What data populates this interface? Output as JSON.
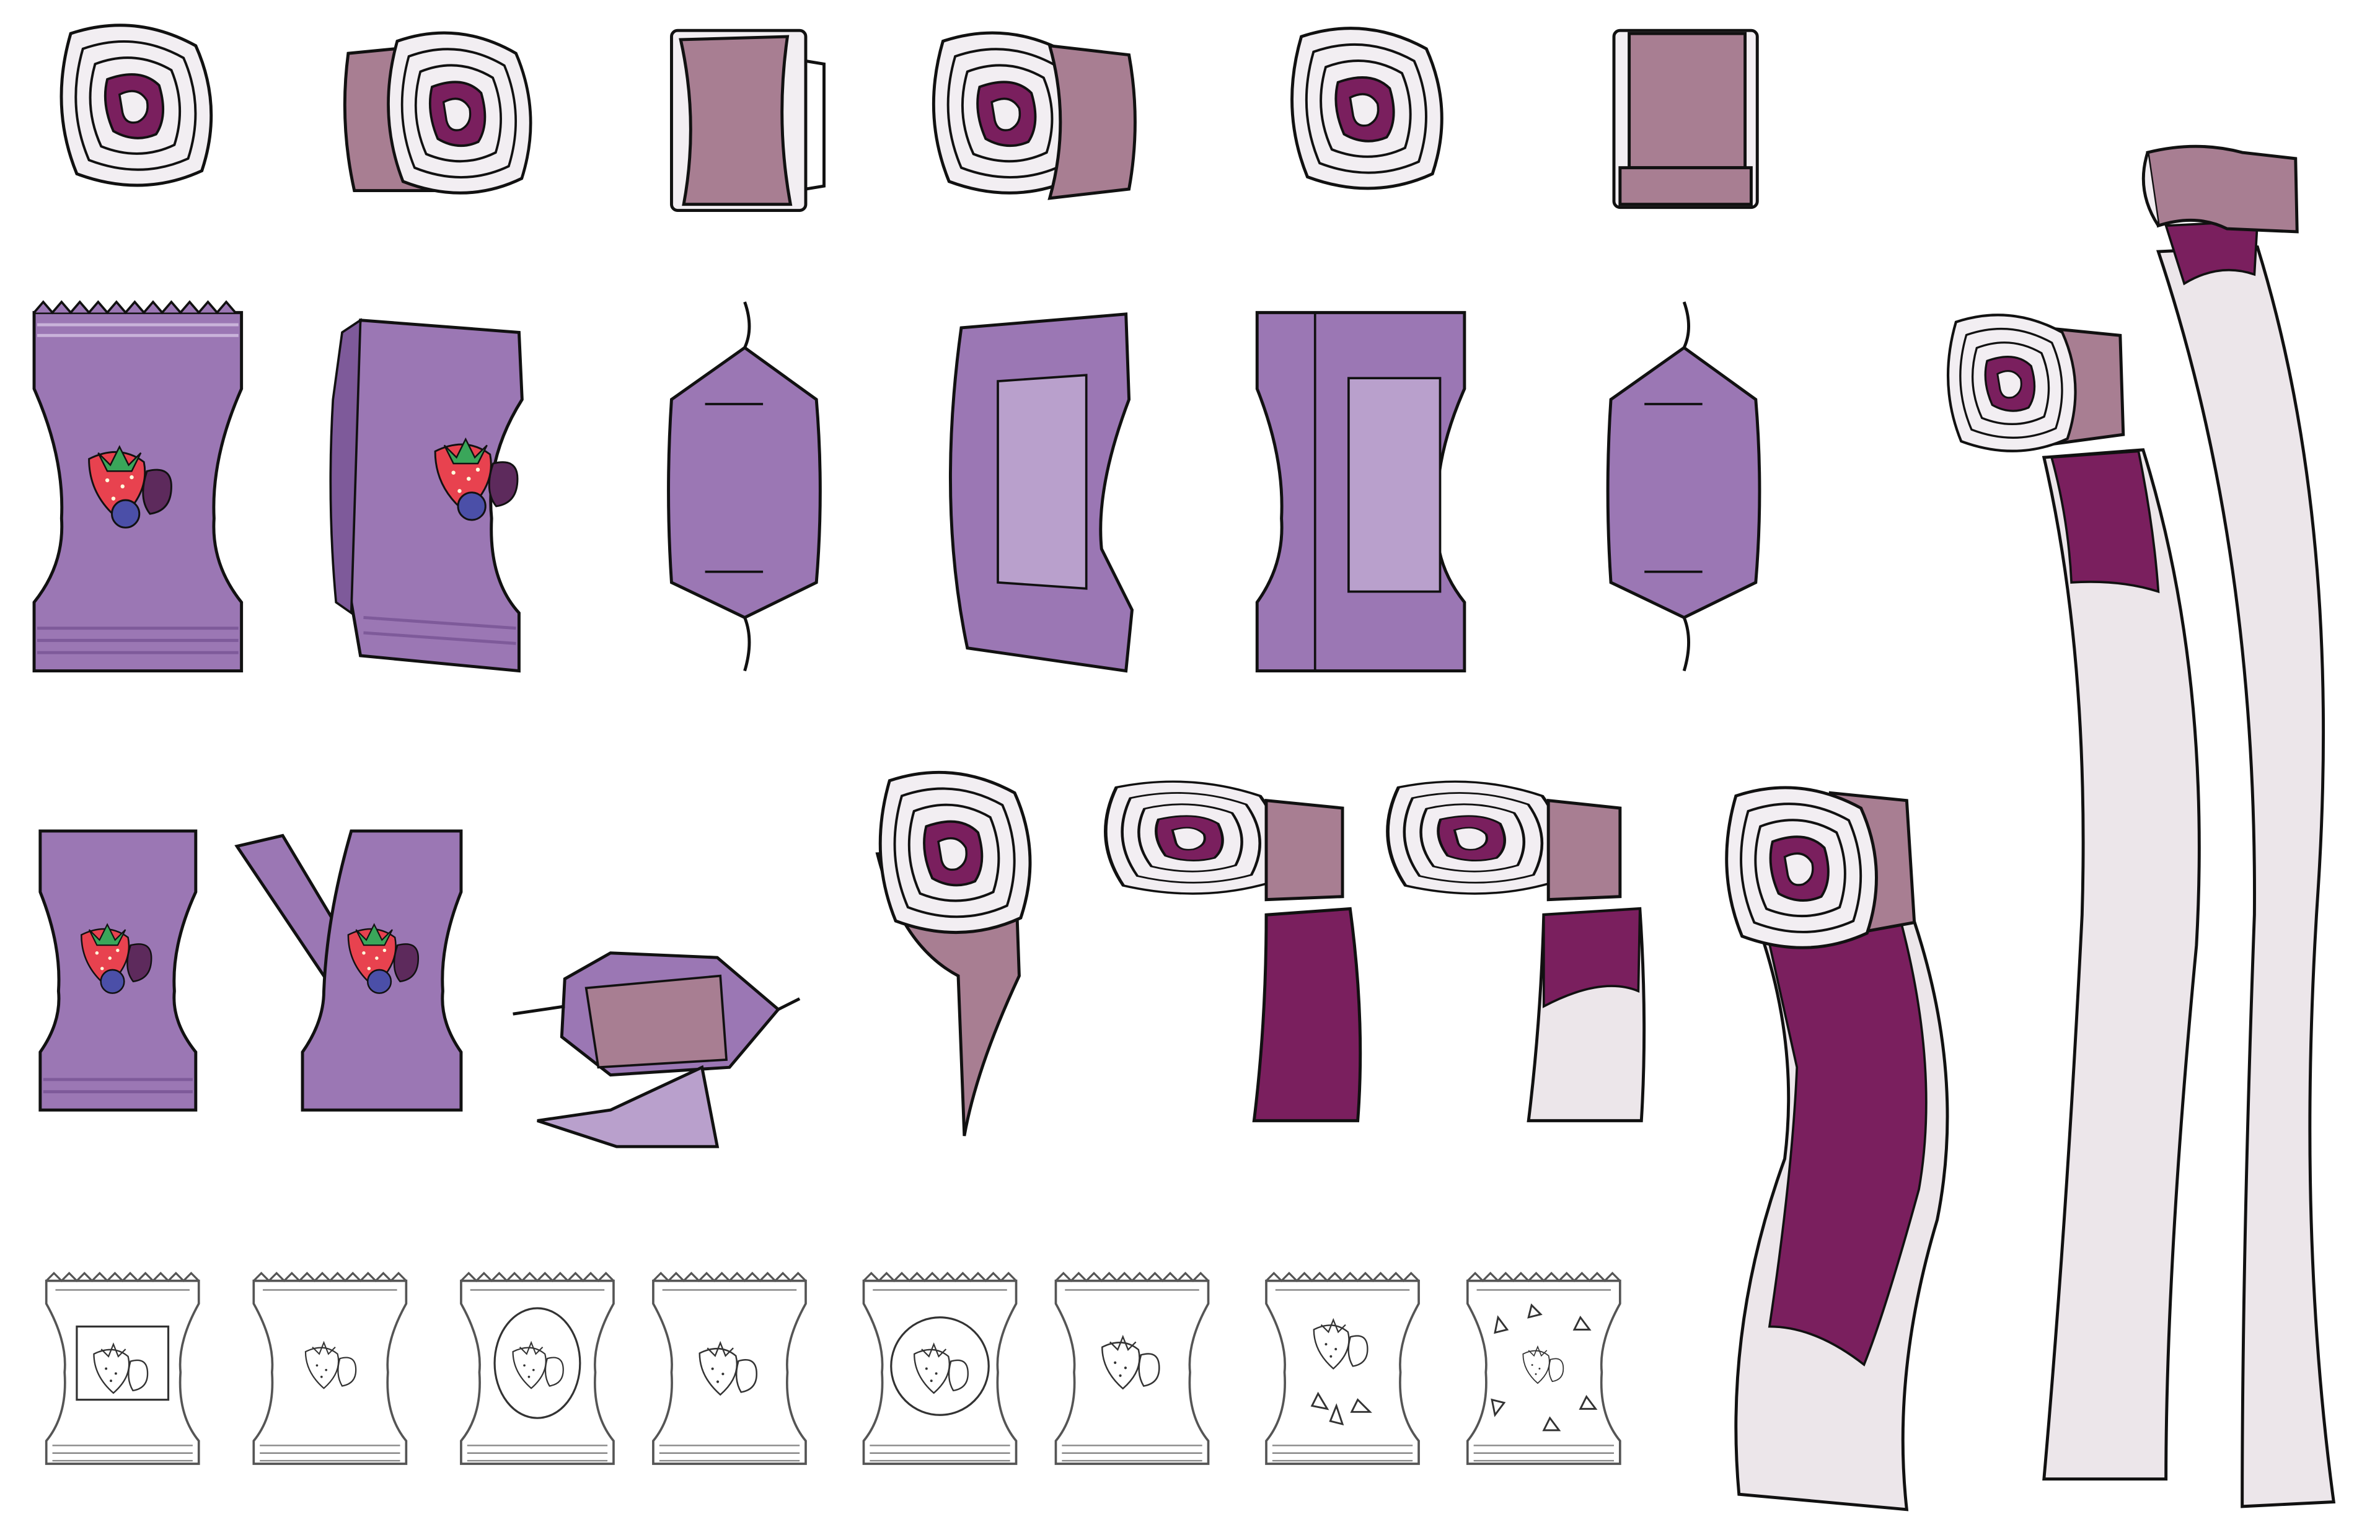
{
  "colors": {
    "outline": "#111111",
    "roll_light": "#f2eef2",
    "roll_mauve": "#a87e92",
    "roll_plum": "#7a1f5e",
    "strip_cream": "#ece6ea",
    "wrapper": "#9b77b4",
    "wrapper_light": "#b9a0cc",
    "wrapper_dark": "#7e5a9a",
    "wrapper_lines": "#c9b3da",
    "strawberry": "#e8424f",
    "strawberry_leaf": "#3aa65a",
    "blueberry": "#4b4fa8",
    "raspberry": "#5d2a5c",
    "lineart": "#555555"
  },
  "rows": [
    {
      "id": "fruit-roll-views",
      "count": 6
    },
    {
      "id": "wrapped-bar-views",
      "count": 6
    },
    {
      "id": "opened-wrapper-and-unrolling-sequence",
      "count": 7
    },
    {
      "id": "lineart-wrapper-variants",
      "count": 8
    }
  ],
  "long_strips": [
    {
      "id": "unrolled-strip-medium"
    },
    {
      "id": "unrolled-strip-long"
    },
    {
      "id": "unrolled-strip-tall"
    }
  ]
}
